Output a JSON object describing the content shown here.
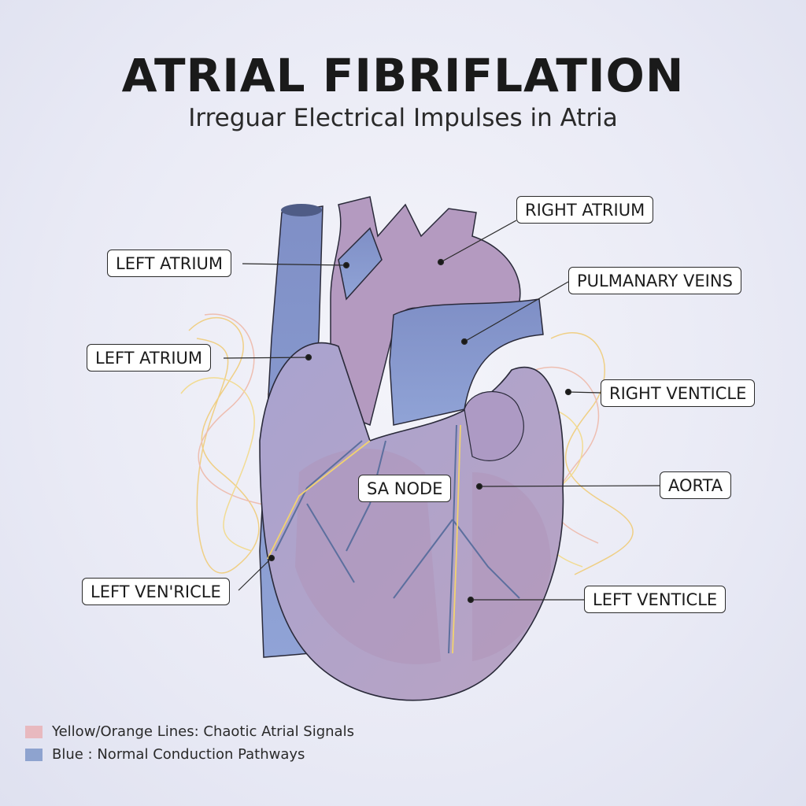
{
  "title": "ATRIAL FIBRIFLATION",
  "subtitle": "Irreguar Electrical Impulses in Atria",
  "labels": {
    "right_atrium": "RIGHT ATRIUM",
    "left_atrium_1": "LEFT ATRIUM",
    "pulmanary_veins": "PULMANARY VEINS",
    "left_atrium_2": "LEFT ATRIUM",
    "right_venticle": "RIGHT VENTICLE",
    "sa_node": "SA NODE",
    "aorta": "AORTA",
    "left_ventricle_1": "LEFT VEN'RICLE",
    "left_venticle_2": "LEFT VENTICLE"
  },
  "legend": [
    {
      "text": "Yellow/Orange Lines: Chaotic Atrial Signals",
      "color": "#e8b9bf"
    },
    {
      "text": "Blue : Normal Conduction Pathways",
      "color": "#8ea3cf"
    }
  ]
}
